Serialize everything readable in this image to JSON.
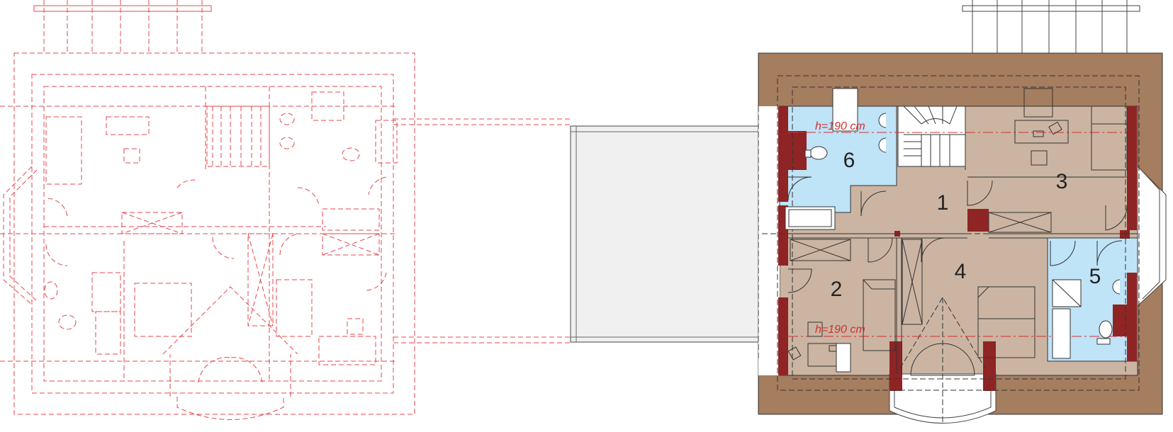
{
  "colors": {
    "ghost_plan": "#e4474c",
    "roof": "#a57d5f",
    "floor": "#cbb4a2",
    "bathroom": "#bfe3f7",
    "wall": "#8f2424",
    "terrace": "#f0f0f0",
    "line": "#333333",
    "height_line": "#d23030"
  },
  "rooms": [
    {
      "number": "1"
    },
    {
      "number": "2"
    },
    {
      "number": "3"
    },
    {
      "number": "4"
    },
    {
      "number": "5"
    },
    {
      "number": "6"
    }
  ],
  "height_notes": [
    {
      "text": "h=190 cm"
    },
    {
      "text": "h=190 cm"
    }
  ],
  "icons": {
    "stairs": "stairs-icon",
    "toilet": "toilet-icon",
    "sink": "sink-icon",
    "bathtub": "bathtub-icon",
    "shower": "shower-icon",
    "door": "door-swing-icon",
    "desk": "desk-icon",
    "bed": "bed-icon",
    "wardrobe": "wardrobe-icon",
    "balcony": "balcony-railing-icon"
  }
}
